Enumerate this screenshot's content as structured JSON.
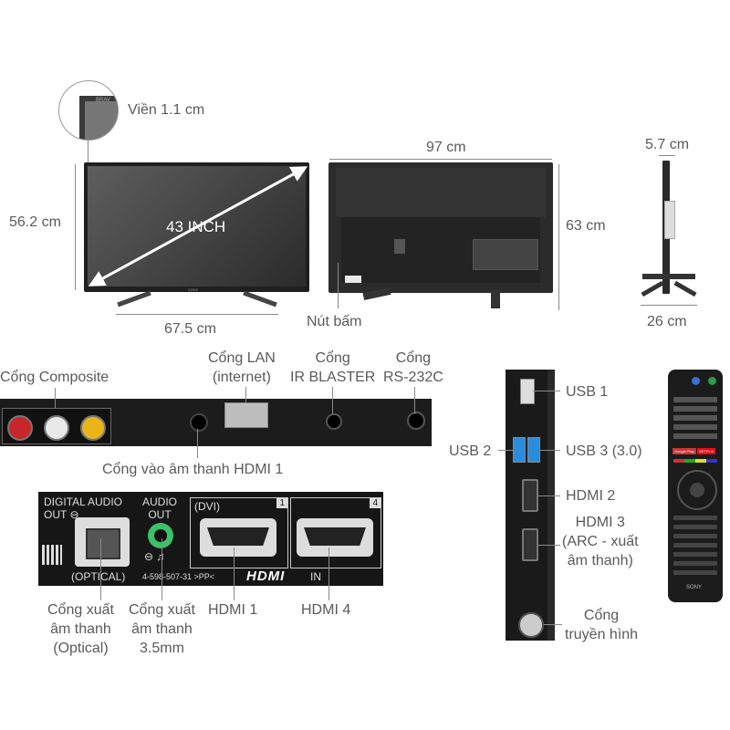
{
  "labels": {
    "bezel": "Viền 1.1 cm",
    "bezel_badge": "BRAV",
    "height_front": "56.2 cm",
    "screen_size": "43 INCH",
    "width_stand": "67.5 cm",
    "width_total": "97 cm",
    "height_total": "63 cm",
    "depth_panel": "5.7 cm",
    "depth_stand": "26 cm",
    "button": "Nút bấm",
    "brand": "SONY",
    "composite": "Cổng Composite",
    "lan": [
      "Cổng LAN",
      "(internet)"
    ],
    "ir": [
      "Cổng",
      "IR BLASTER"
    ],
    "rs232": [
      "Cổng",
      "RS-232C"
    ],
    "hdmi_audio_in": "Cổng vào âm thanh HDMI 1",
    "digital_audio_out": [
      "DIGITAL AUDIO",
      "OUT"
    ],
    "audio_out": [
      "AUDIO",
      "OUT"
    ],
    "optical_tag": "(OPTICAL)",
    "dvi_tag": "(DVI)",
    "port_num_1": "1",
    "port_num_4": "4",
    "part_code": "4-598-507-31 >PP<",
    "hdmi_logo": "HDMI",
    "hdmi_in": "IN",
    "optical": [
      "Cổng xuất",
      "âm thanh",
      "(Optical)"
    ],
    "audio_35": [
      "Cổng xuất",
      "âm thanh",
      "3.5mm"
    ],
    "hdmi1": "HDMI 1",
    "hdmi4": "HDMI 4",
    "usb1": "USB 1",
    "usb2": "USB 2",
    "usb3": "USB 3 (3.0)",
    "hdmi2": "HDMI 2",
    "hdmi3": [
      "HDMI 3",
      "(ARC - xuất",
      "âm thanh)"
    ],
    "antenna": [
      "Cổng",
      "truyền hình"
    ],
    "remote_google": "Google Play",
    "remote_netflix": "NETFLIX",
    "remote_brand": "SONY"
  },
  "colors": {
    "tv_body": "#1f1f1f",
    "screen_grad_start": "#5a5a5a",
    "screen_grad_end": "#2a2a2a",
    "dimension_line": "#8a8a8a",
    "rca_red": "#c8262b",
    "rca_white": "#e8e8e8",
    "rca_yellow": "#e9b51b",
    "audio_green": "#3cc06a",
    "usb3_blue": "#2a8cdc",
    "netflix_red": "#e50914"
  }
}
